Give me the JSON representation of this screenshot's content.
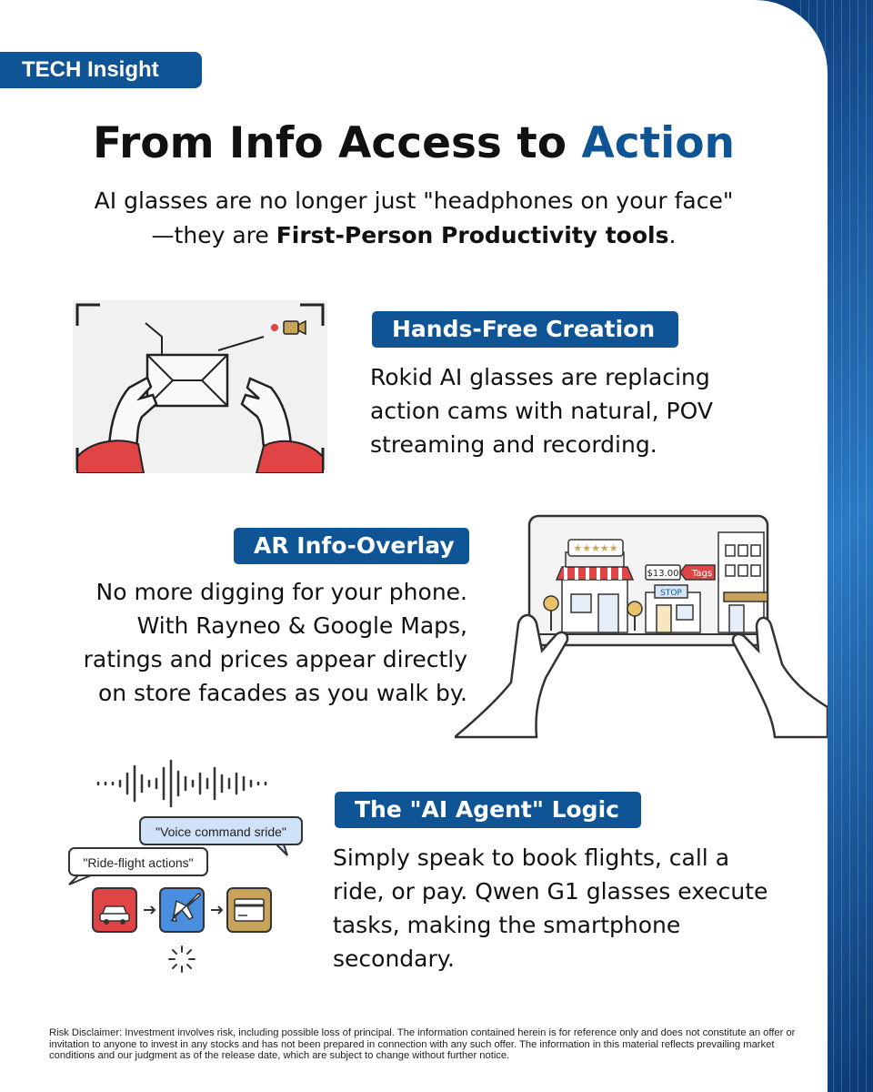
{
  "tag": "TECH Insight",
  "title": {
    "main": "From Info Access to ",
    "accent": "Action"
  },
  "subtitle": {
    "line1": "AI glasses are no longer just \"headphones on your face\"",
    "line2_prefix": "—they are ",
    "line2_bold": "First-Person Productivity tools",
    "line2_suffix": "."
  },
  "sections": [
    {
      "heading": "Hands-Free Creation",
      "lines": [
        "Rokid AI glasses are replacing",
        "action cams with natural, POV",
        "streaming and recording."
      ]
    },
    {
      "heading": "AR Info-Overlay",
      "lines": [
        "No more digging for your phone.",
        "With Rayneo & Google Maps,",
        "ratings and prices appear directly",
        "on store facades as you walk by."
      ]
    },
    {
      "heading": "The \"AI Agent\" Logic",
      "lines": [
        "Simply speak to book flights, call a",
        "ride, or pay. Qwen G1 glasses execute",
        "tasks, making the smartphone",
        "secondary."
      ]
    }
  ],
  "illustration_labels": {
    "price": "$13.00",
    "tags": "Tags",
    "stop": "STOP",
    "bubble_voice": "\"Voice command sride\"",
    "bubble_ride": "\"Ride-flight actions\""
  },
  "disclaimer": "Risk Disclaimer: Investment involves risk, including possible loss of principal. The information contained herein is for reference only and does not constitute an offer or invitation to anyone to invest in any stocks and has not been prepared in connection with any such offer. The information in this material reflects prevailing market conditions and our judgment as of the release date, which are subject to change without further notice.",
  "colors": {
    "brand_blue": "#0f5596",
    "accent_red": "#e04444",
    "icon_blue": "#4a8ee0",
    "icon_gold": "#c8a35a"
  },
  "icons": [
    "camera-frame-icon",
    "video-record-icon",
    "car-icon",
    "airplane-icon",
    "card-icon"
  ]
}
